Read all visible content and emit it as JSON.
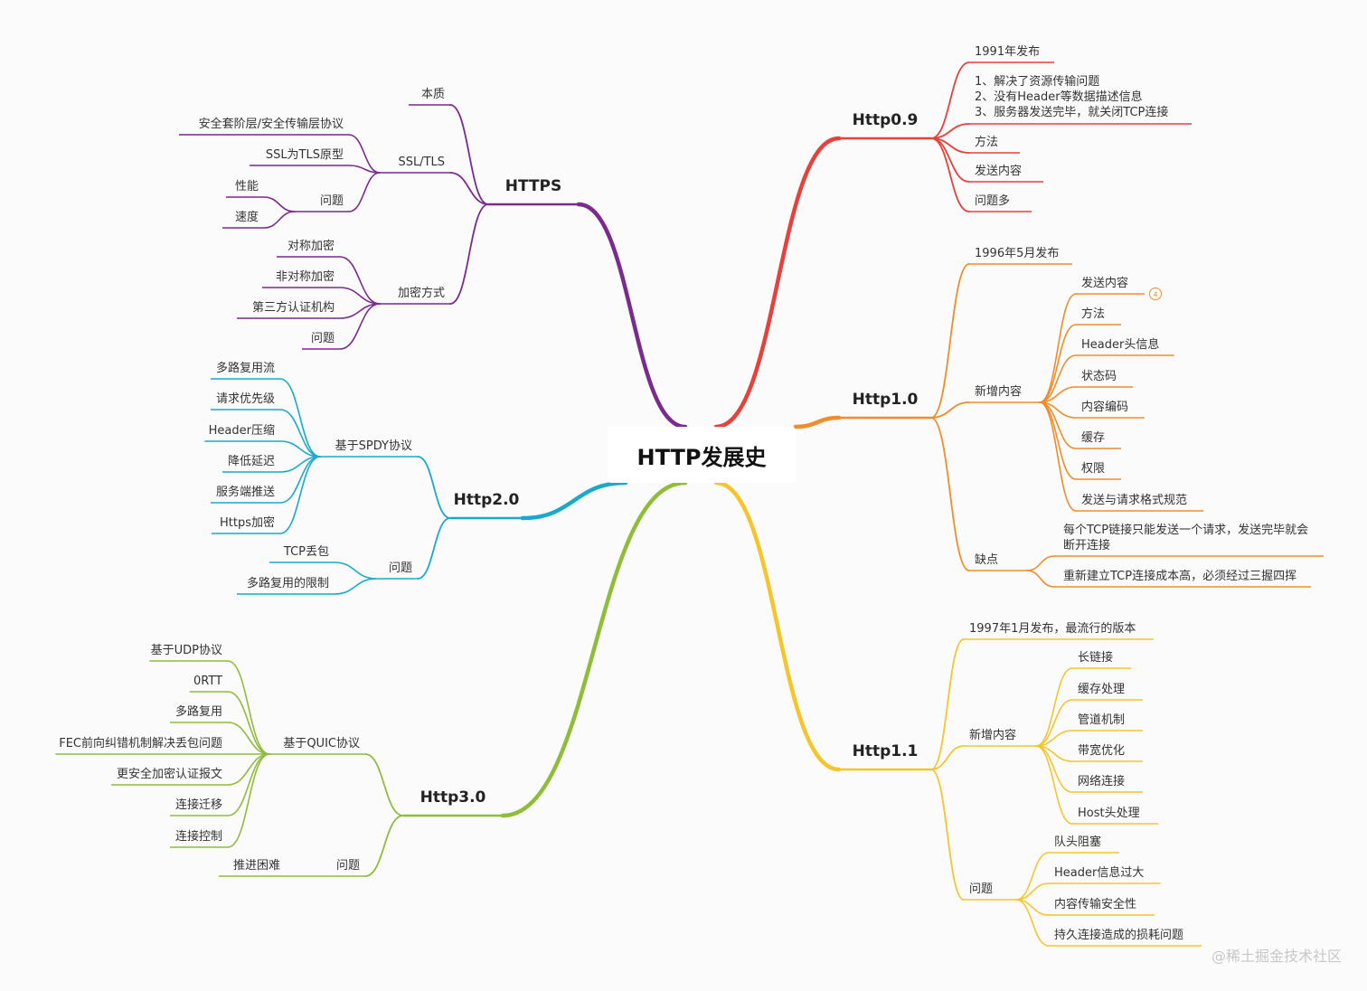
{
  "center": {
    "title": "HTTP发展史"
  },
  "colors": {
    "https": "#7b2a8e",
    "http2": "#19aacb",
    "http3": "#8fbd3a",
    "http09": "#e8403a",
    "http10": "#f08c2a",
    "http11": "#f5c52c",
    "badge": "#f08c2a"
  },
  "branches": {
    "https": {
      "label": "HTTPS",
      "children": [
        {
          "label": "本质"
        },
        {
          "label": "SSL/TLS",
          "children": [
            "安全套阶层/安全传输层协议",
            "SSL为TLS原型"
          ]
        },
        {
          "label": "问题",
          "children": [
            "性能",
            "速度"
          ]
        },
        {
          "label": "加密方式",
          "children": [
            "对称加密",
            "非对称加密",
            "第三方认证机构",
            "问题"
          ]
        }
      ]
    },
    "http2": {
      "label": "Http2.0",
      "children": [
        {
          "label": "基于SPDY协议",
          "children": [
            "多路复用流",
            "请求优先级",
            "Header压缩",
            "降低延迟",
            "服务端推送",
            "Https加密"
          ]
        },
        {
          "label": "问题",
          "children": [
            "TCP丢包",
            "多路复用的限制"
          ]
        }
      ]
    },
    "http3": {
      "label": "Http3.0",
      "children": [
        {
          "label": "基于QUIC协议",
          "children": [
            "基于UDP协议",
            "0RTT",
            "多路复用",
            "FEC前向纠错机制解决丢包问题",
            "更安全加密认证报文",
            "连接迁移",
            "连接控制"
          ]
        },
        {
          "label": "问题",
          "children": [
            "推进困难"
          ]
        }
      ]
    },
    "http09": {
      "label": "Http0.9",
      "children": [
        {
          "label": "1991年发布"
        },
        {
          "label_lines": [
            "1、解决了资源传输问题",
            "2、没有Header等数据描述信息",
            "3、服务器发送完毕，就关闭TCP连接"
          ]
        },
        {
          "label": "方法"
        },
        {
          "label": "发送内容"
        },
        {
          "label": "问题多"
        }
      ]
    },
    "http10": {
      "label": "Http1.0",
      "children": [
        {
          "label": "1996年5月发布"
        },
        {
          "label": "新增内容",
          "children": [
            "发送内容",
            "方法",
            "Header头信息",
            "状态码",
            "内容编码",
            "缓存",
            "权限",
            "发送与请求格式规范"
          ],
          "badge": "4"
        },
        {
          "label": "缺点",
          "children_lines": [
            [
              "每个TCP链接只能发送一个请求，发送完毕就会",
              "断开连接"
            ],
            [
              "重新建立TCP连接成本高，必须经过三握四挥"
            ]
          ]
        }
      ]
    },
    "http11": {
      "label": "Http1.1",
      "children": [
        {
          "label": "1997年1月发布，最流行的版本"
        },
        {
          "label": "新增内容",
          "children": [
            "长链接",
            "缓存处理",
            "管道机制",
            "带宽优化",
            "网络连接",
            "Host头处理"
          ]
        },
        {
          "label": "问题",
          "children": [
            "队头阻塞",
            "Header信息过大",
            "内容传输安全性",
            "持久连接造成的损耗问题"
          ]
        }
      ]
    }
  },
  "watermark": "@稀土掘金技术社区"
}
